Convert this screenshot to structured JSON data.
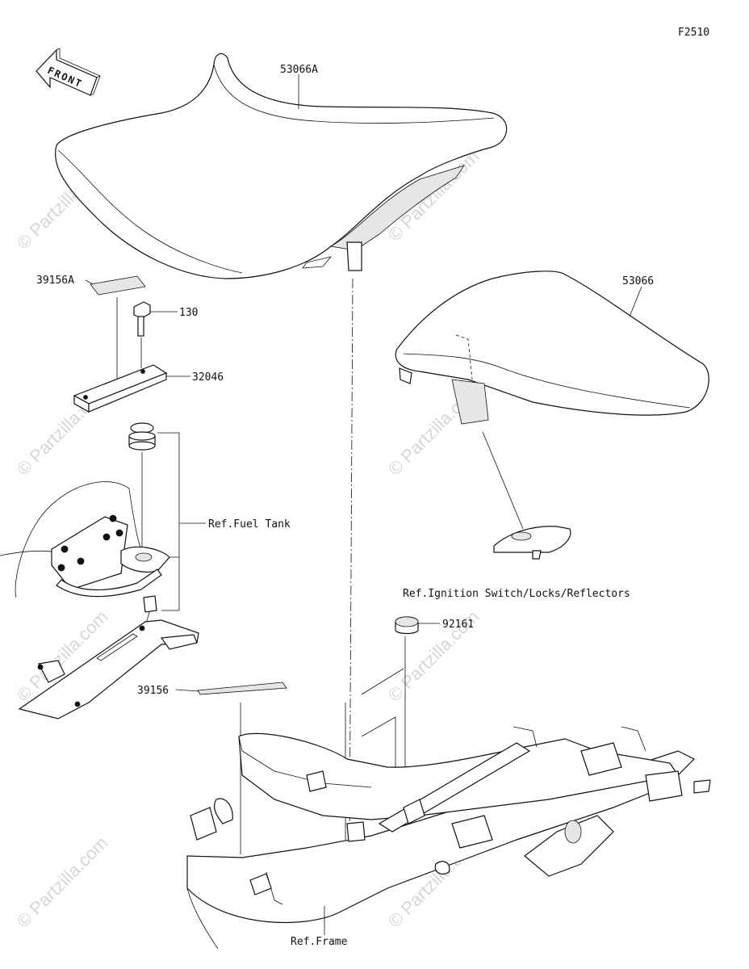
{
  "diagram_code": "F2510",
  "front_arrow_label": "FRONT",
  "watermark": "© Partzilla.com",
  "parts": {
    "seat_front": "53066A",
    "seat_rear": "53066",
    "pad_small": "39156A",
    "bolt": "130",
    "bracket": "32046",
    "cap": "92161",
    "pad_long": "39156"
  },
  "refs": {
    "fuel_tank": "Ref.Fuel Tank",
    "ignition": "Ref.Ignition Switch/Locks/Reflectors",
    "frame": "Ref.Frame"
  }
}
